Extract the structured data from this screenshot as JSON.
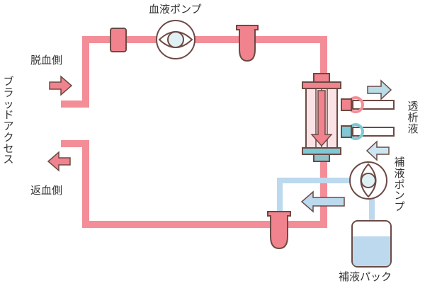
{
  "labels": {
    "blood_pump": "血液ポンプ",
    "outflow_side": "脱血側",
    "return_side": "返血側",
    "blood_access": "ブラッドアクセス",
    "dialysate": "透析液",
    "substitution_pump": "補液ポンプ",
    "substitution_pack": "補液パック"
  },
  "colors": {
    "blood_line": "#f38d97",
    "blood_component_fill": "#f0838d",
    "outline": "#6b4a44",
    "dialysate_outflow": "#7fc9d6",
    "dialysate_inflow": "#cde6f2",
    "substitution_line": "#bcd9ee",
    "pump_fill": "#dff1f5",
    "pack_fill": "#bcd9ee",
    "filter_cap": "#8fc3cc",
    "text": "#333333"
  }
}
